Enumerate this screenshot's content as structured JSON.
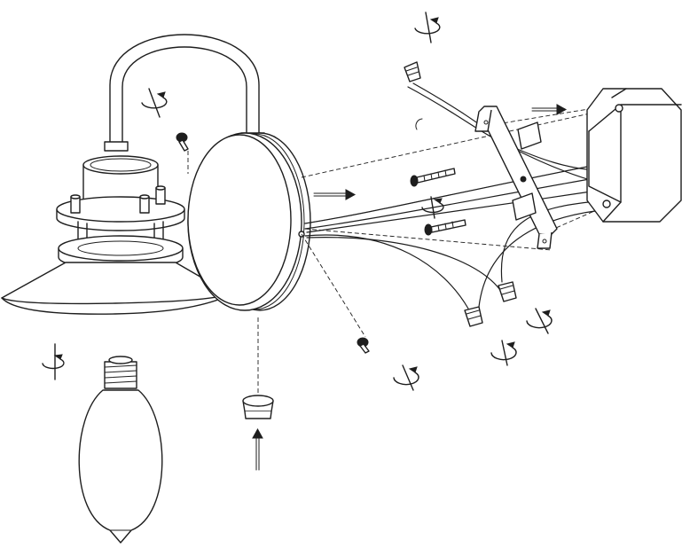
{
  "diagram": {
    "kind": "exploded-assembly-instructions",
    "text_present": false,
    "line_color": "#1e1e1e",
    "background": "#ffffff",
    "parts": [
      "lamp-shade",
      "gooseneck-arm",
      "wall-backplate",
      "edison-bulb",
      "grommet",
      "mounting-bracket",
      "junction-box",
      "wire-connector",
      "mounting-screw",
      "small-screw"
    ],
    "icons": [
      "rotate-clockwise-icon",
      "arrow-right-icon",
      "arrow-up-icon",
      "arrow-diagonal-icon"
    ]
  }
}
